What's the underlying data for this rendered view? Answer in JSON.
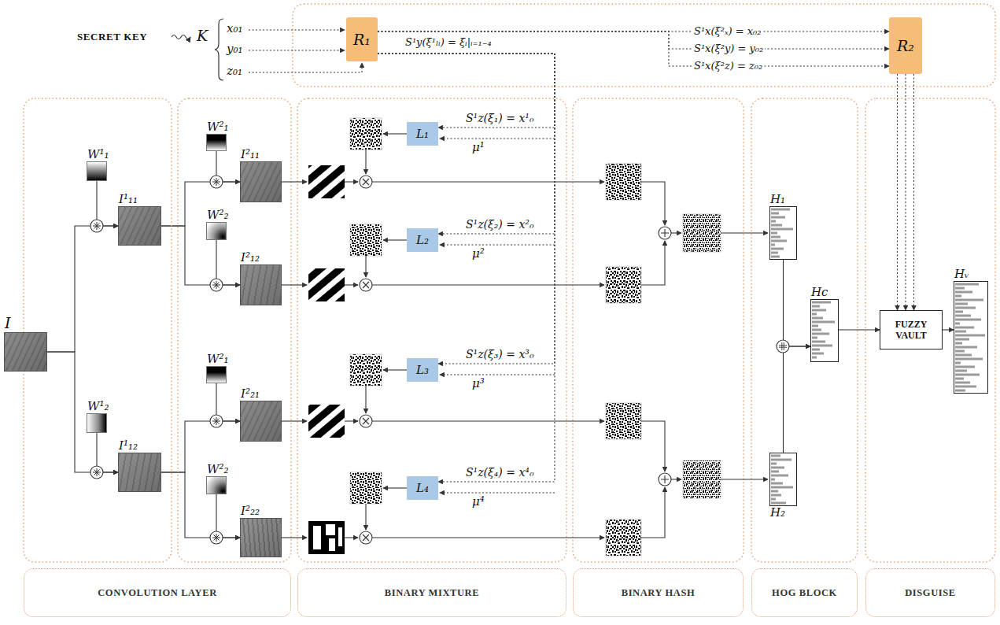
{
  "diagram": {
    "nodes": [
      {
        "text": [
          "R₁"
        ]
      },
      {
        "text": [
          "R₂"
        ]
      },
      {
        "text": [
          "I"
        ]
      },
      {
        "text": [
          "W¹₁"
        ]
      },
      {
        "text": [
          "I¹₁₁"
        ]
      },
      {
        "text": [
          "W¹₂"
        ]
      },
      {
        "text": [
          "I¹₁₂"
        ]
      },
      {
        "text": [
          "W²₁"
        ]
      },
      {
        "text": [
          "I²₁₁"
        ]
      },
      {
        "text": [
          "W²₂"
        ]
      },
      {
        "text": [
          "I²₁₂"
        ]
      },
      {
        "text": [
          "W²₁"
        ]
      },
      {
        "text": [
          "I²₂₁"
        ]
      },
      {
        "text": [
          "W²₂"
        ]
      },
      {
        "text": [
          "I²₂₂"
        ]
      },
      {
        "text": [
          "L₁"
        ]
      },
      {
        "text": [
          "L₂"
        ]
      },
      {
        "text": [
          "L₃"
        ]
      },
      {
        "text": [
          "L₄"
        ]
      },
      {
        "text": [
          "H₁"
        ]
      },
      {
        "text": [
          "H₂"
        ]
      },
      {
        "text": [
          "Hc"
        ]
      },
      {
        "text": [
          "FUZZY VAULT"
        ]
      },
      {
        "text": [
          "Hᵥ"
        ]
      },
      {
        "text": [
          "CONVOLUTION LAYER"
        ]
      },
      {
        "text": [
          "BINARY MIXTURE"
        ]
      },
      {
        "text": [
          "BINARY HASH"
        ]
      },
      {
        "text": [
          "HOG BLOCK"
        ]
      },
      {
        "text": [
          "DISGUISE"
        ]
      }
    ],
    "edges": [
      {
        "from": 0,
        "to": 1,
        "label": "S¹x(ξ²ₓ) = x₀₂",
        "arrow": "to"
      },
      {
        "from": 0,
        "to": 1,
        "label": "S¹x(ξ²y) = y₀₂",
        "arrow": "to"
      },
      {
        "from": 0,
        "to": 1,
        "label": "S¹x(ξ²z) = z₀₂",
        "arrow": "to"
      },
      {
        "from": 1,
        "to": 22,
        "arrow": "to"
      },
      {
        "from": 1,
        "to": 22,
        "arrow": "to"
      },
      {
        "from": 1,
        "to": 22,
        "arrow": "to"
      },
      {
        "from": 2,
        "to": 4,
        "arrow": "to"
      },
      {
        "from": 2,
        "to": 6,
        "arrow": "to"
      },
      {
        "from": 3,
        "to": 4,
        "arrow": "to"
      },
      {
        "from": 5,
        "to": 6,
        "arrow": "to"
      },
      {
        "from": 4,
        "to": 8,
        "arrow": "to"
      },
      {
        "from": 4,
        "to": 10,
        "arrow": "to"
      },
      {
        "from": 6,
        "to": 12,
        "arrow": "to"
      },
      {
        "from": 6,
        "to": 14,
        "arrow": "to"
      },
      {
        "from": 7,
        "to": 8,
        "arrow": "to"
      },
      {
        "from": 9,
        "to": 10,
        "arrow": "to"
      },
      {
        "from": 11,
        "to": 12,
        "arrow": "to"
      },
      {
        "from": 13,
        "to": 14,
        "arrow": "to"
      },
      {
        "from": 0,
        "to": 15,
        "label": "S¹z(ξ₁) = x¹₀",
        "arrow": "to"
      },
      {
        "from": 0,
        "to": 16,
        "label": "S¹z(ξ₂) = x²₀",
        "arrow": "to"
      },
      {
        "from": 0,
        "to": 17,
        "label": "S¹z(ξ₃) = x³₀",
        "arrow": "to"
      },
      {
        "from": 0,
        "to": 18,
        "label": "S¹z(ξ₄) = x⁴₀",
        "arrow": "to"
      },
      {
        "from": 19,
        "to": 21,
        "arrow": "to"
      },
      {
        "from": 20,
        "to": 21,
        "arrow": "to"
      },
      {
        "from": 21,
        "to": 22,
        "arrow": "to"
      },
      {
        "from": 22,
        "to": 23,
        "arrow": "to"
      }
    ],
    "labels": [
      "SECRET KEY",
      "K",
      "x₀₁",
      "y₀₁",
      "z₀₁",
      "S¹y(ξ¹ₗᵢ) = ξᵢ|ᵢ₌₁₋₄",
      "μ¹",
      "μ²",
      "μ³",
      "μ⁴"
    ]
  }
}
